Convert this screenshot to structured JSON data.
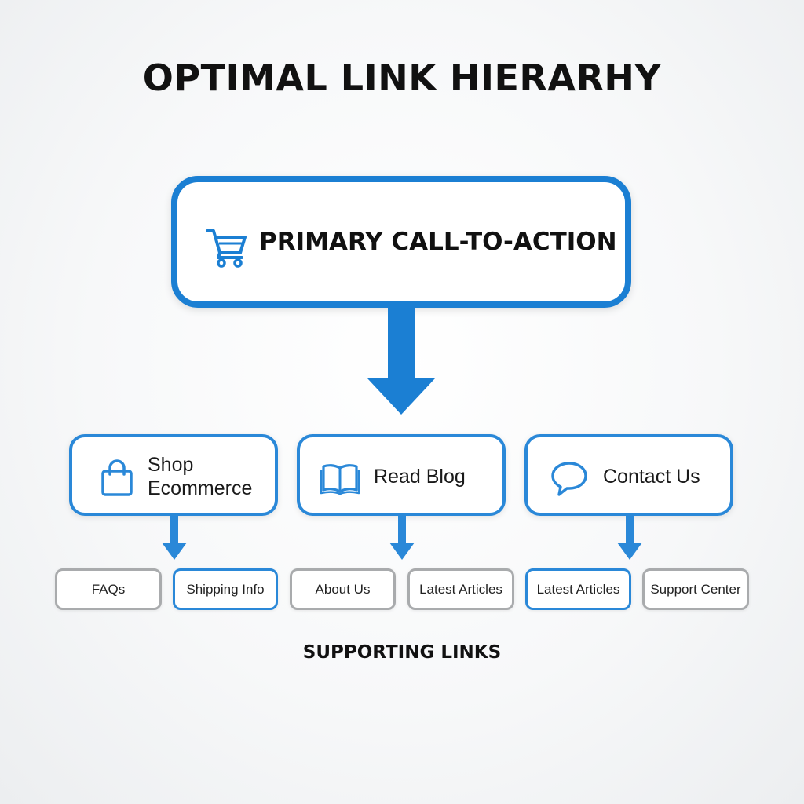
{
  "title": "OPTIMAL LINK HIERARHY",
  "primary": {
    "label": "PRIMARY CALL-TO-ACTION",
    "icon": "shopping-cart-icon"
  },
  "children": [
    {
      "line1": "Shop",
      "line2": "Ecommerce",
      "icon": "shopping-bag-icon"
    },
    {
      "label": "Read Blog",
      "icon": "open-book-icon"
    },
    {
      "label": "Contact Us",
      "icon": "speech-bubble-icon"
    }
  ],
  "supporting_links": [
    {
      "label": "FAQs",
      "highlighted": false
    },
    {
      "label": "Shipping Info",
      "highlighted": true
    },
    {
      "label": "About Us",
      "highlighted": false
    },
    {
      "label": "Latest Articles",
      "highlighted": false
    },
    {
      "label": "Latest Articles",
      "highlighted": true
    },
    {
      "label": "Support Center",
      "highlighted": false
    }
  ],
  "footer": "SUPPORTING LINKS",
  "colors": {
    "accent": "#1b7fd3",
    "secondary_accent": "#2a88d8",
    "pill_border": "#a9abad"
  }
}
